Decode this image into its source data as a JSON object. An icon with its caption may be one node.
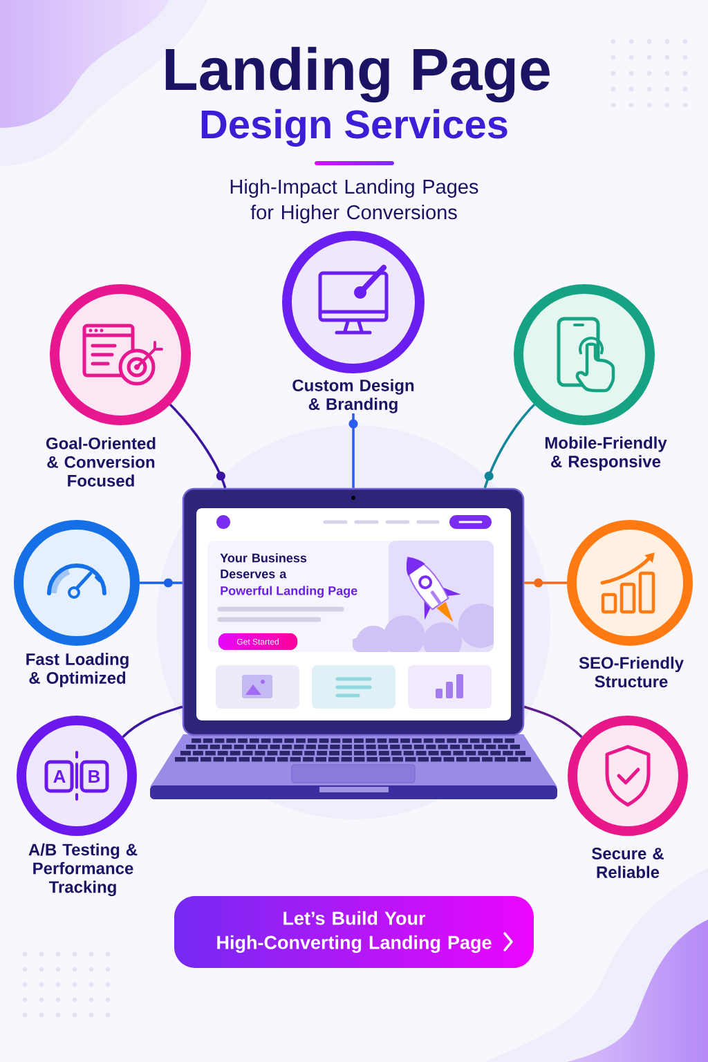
{
  "diagram": {
    "title": "Landing Page",
    "nodes": [
      {
        "text": [
          "Custom Design & Branding"
        ]
      },
      {
        "text": [
          "Goal-Oriented & Conversion Focused"
        ]
      },
      {
        "text": [
          "Mobile-Friendly & Responsive"
        ]
      },
      {
        "text": [
          "Your Business Deserves a",
          "Powerful Landing Page"
        ]
      },
      {
        "text": [
          "Get Started"
        ],
        "in": 3
      },
      {
        "text": [
          "Fast Loading & Optimized"
        ]
      },
      {
        "text": [
          "SEO-Friendly Structure"
        ]
      },
      {
        "text": [
          "A/B Testing & Performance Tracking"
        ]
      },
      {
        "text": [
          "Secure & Reliable"
        ]
      },
      {
        "text": [
          "Let’s Build Your High-Converting Landing Page"
        ]
      }
    ],
    "edges": [
      {
        "from": 0,
        "to": 3,
        "arrow": "none",
        "color": "#2b5bf0"
      },
      {
        "from": 1,
        "to": 3,
        "arrow": "none",
        "color": "#3a139e"
      },
      {
        "from": 2,
        "to": 3,
        "arrow": "none",
        "color": "#12879a"
      },
      {
        "from": 5,
        "to": 3,
        "arrow": "none",
        "color": "#1a62e6"
      },
      {
        "from": 6,
        "to": 3,
        "arrow": "none",
        "color": "#f26a1a"
      },
      {
        "from": 7,
        "to": 3,
        "arrow": "none",
        "color": "#3b169e"
      },
      {
        "from": 8,
        "to": 3,
        "arrow": "none",
        "color": "#5c1a8a"
      }
    ],
    "labels": [
      "Design Services",
      "High-Impact Landing Pages for Higher Conversions",
      "A",
      "B"
    ]
  }
}
